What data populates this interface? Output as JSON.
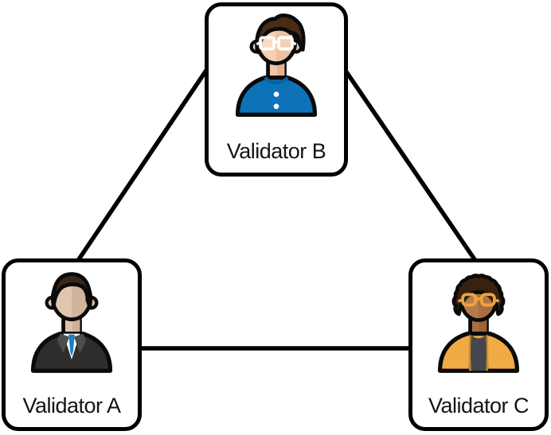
{
  "diagram": {
    "type": "network-topology",
    "nodes": [
      {
        "id": "A",
        "label": "Validator A",
        "avatar": "businessman-dark-suit-blue-tie",
        "accent_color": "#2e2d2b"
      },
      {
        "id": "B",
        "label": "Validator B",
        "avatar": "man-white-glasses-blue-shirt",
        "accent_color": "#0d72b8"
      },
      {
        "id": "C",
        "label": "Validator C",
        "avatar": "man-afro-orange-glasses-gold-jacket",
        "accent_color": "#f0ab45"
      }
    ],
    "edges": [
      {
        "from": "Validator A",
        "to": "Validator B"
      },
      {
        "from": "Validator B",
        "to": "Validator C"
      },
      {
        "from": "Validator A",
        "to": "Validator C"
      }
    ],
    "edge_color": "#000000",
    "card": {
      "background": "#ffffff",
      "border_color": "#000000"
    }
  }
}
